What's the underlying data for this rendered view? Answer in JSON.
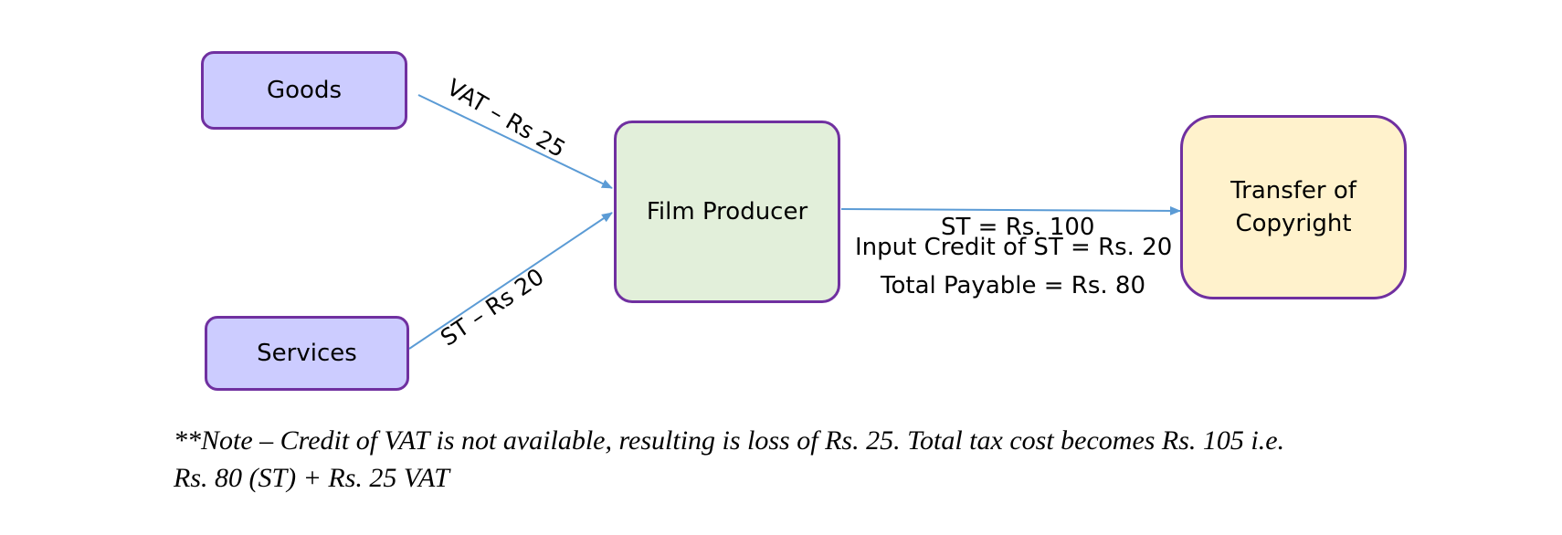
{
  "diagram": {
    "nodes": {
      "goods": "Goods",
      "services": "Services",
      "producer": "Film Producer",
      "copyright": "Transfer of Copyright"
    },
    "edges": {
      "goods_to_producer": "VAT – Rs 25",
      "services_to_producer": "ST – Rs 20",
      "producer_to_copyright": "ST = Rs. 100"
    },
    "calc": {
      "input_credit": "Input Credit of ST = Rs. 20",
      "total_payable": "Total Payable = Rs. 80"
    },
    "note_line1": "**Note – Credit of VAT is not available, resulting is loss of Rs. 25. Total tax cost becomes Rs. 105 i.e.",
    "note_line2": "Rs. 80 (ST) + Rs. 25 VAT",
    "colors": {
      "input_node_fill": "#ccccff",
      "producer_fill": "#e2efda",
      "copyright_fill": "#fff2cc",
      "node_border": "#7030a0",
      "arrow": "#5b9bd5"
    }
  }
}
